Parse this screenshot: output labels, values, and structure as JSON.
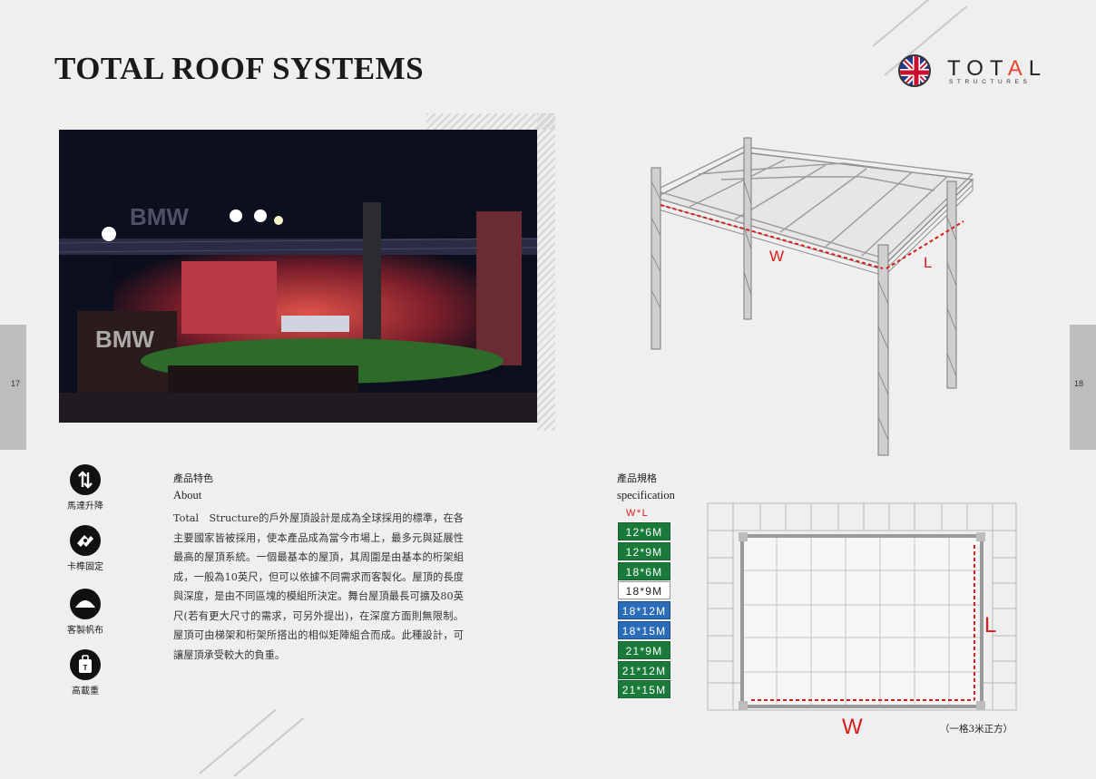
{
  "title": "TOTAL ROOF SYSTEMS",
  "logo": {
    "word_a": "TOT",
    "word_b": "A",
    "word_c": "L",
    "sub": "STRUCTURES"
  },
  "pages": {
    "left": "17",
    "right": "18"
  },
  "features": [
    {
      "label": "馬達升降",
      "icon": "updown-arrows-icon"
    },
    {
      "label": "卡榫固定",
      "icon": "clamp-icon"
    },
    {
      "label": "客製帆布",
      "icon": "canopy-icon"
    },
    {
      "label": "高載重",
      "icon": "weight-icon",
      "glyph": "T"
    }
  ],
  "about": {
    "heading_zh": "產品特色",
    "heading_en": "About",
    "body": "Total　Structure的戶外屋頂設計是成為全球採用的標準，在各主要國家皆被採用，使本產品成為當今市場上，最多元與延展性最高的屋頂系統。一個最基本的屋頂，其周圍是由基本的桁架組成，一般為10英尺，但可以依據不同需求而客製化。屋頂的長度與深度，是由不同區塊的模組所決定。舞台屋頂最長可擴及80英尺(若有更大尺寸的需求，可另外提出)，在深度方面則無限制。屋頂可由梯架和桁架所搭出的相似矩陣組合而成。此種設計，可讓屋頂承受較大的負重。"
  },
  "spec": {
    "heading_zh": "產品規格",
    "heading_en": "specification",
    "wl_label": "W*L",
    "items": [
      {
        "label": "12*6M",
        "bg": "#1a7a3a"
      },
      {
        "label": "12*9M",
        "bg": "#1a7a3a"
      },
      {
        "label": "18*6M",
        "bg": "#1a7a3a"
      },
      {
        "label": "18*9M",
        "bg": "#ffffff"
      },
      {
        "label": "18*12M",
        "bg": "#2b6cb8"
      },
      {
        "label": "18*15M",
        "bg": "#2b6cb8"
      },
      {
        "label": "21*9M",
        "bg": "#1a7a3a"
      },
      {
        "label": "21*12M",
        "bg": "#1a7a3a"
      },
      {
        "label": "21*15M",
        "bg": "#1a7a3a"
      }
    ]
  },
  "diagram": {
    "w_label": "W",
    "l_label": "L",
    "plan_w": "W",
    "plan_l": "L",
    "note": "（一格3米正方）"
  },
  "colors": {
    "accent_red": "#d91b1b",
    "green": "#1a7a3a",
    "blue": "#2b6cb8"
  }
}
